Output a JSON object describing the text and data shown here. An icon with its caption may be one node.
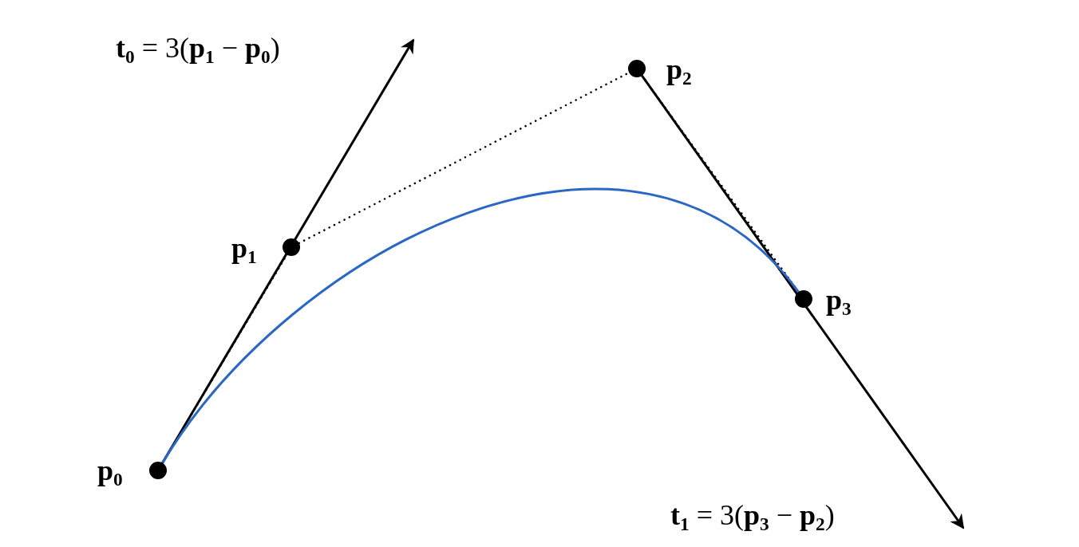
{
  "diagram": {
    "nodes": [
      {
        "text": [],
        "shape": "circle",
        "beside": [
          "p$_{0}$"
        ]
      },
      {
        "text": [],
        "shape": "circle",
        "beside": [
          "p$_{1}$"
        ]
      },
      {
        "text": [],
        "shape": "circle",
        "beside": [
          "p$_{2}$"
        ]
      },
      {
        "text": [],
        "shape": "circle",
        "beside": [
          "p$_{3}$"
        ]
      }
    ],
    "edges": [
      {
        "from": 0,
        "to": null,
        "arrow": "to"
      },
      {
        "from": 2,
        "to": null,
        "arrow": "to"
      },
      {
        "from": 0,
        "to": 1,
        "arrow": "none",
        "style": "dashed"
      },
      {
        "from": 1,
        "to": 2,
        "arrow": "none",
        "style": "dashed"
      },
      {
        "from": 2,
        "to": 3,
        "arrow": "none",
        "style": "dashed"
      },
      {
        "from": 0,
        "to": 3,
        "arrow": "none",
        "color": "#2b67c4"
      }
    ],
    "labels": [
      "**t**$_{0}$ = 3(**p**$_{1}$ − **p**$_{0}$)",
      "**t**$_{1}$ = 3(**p**$_{3}$ − **p**$_{2}$)"
    ]
  }
}
